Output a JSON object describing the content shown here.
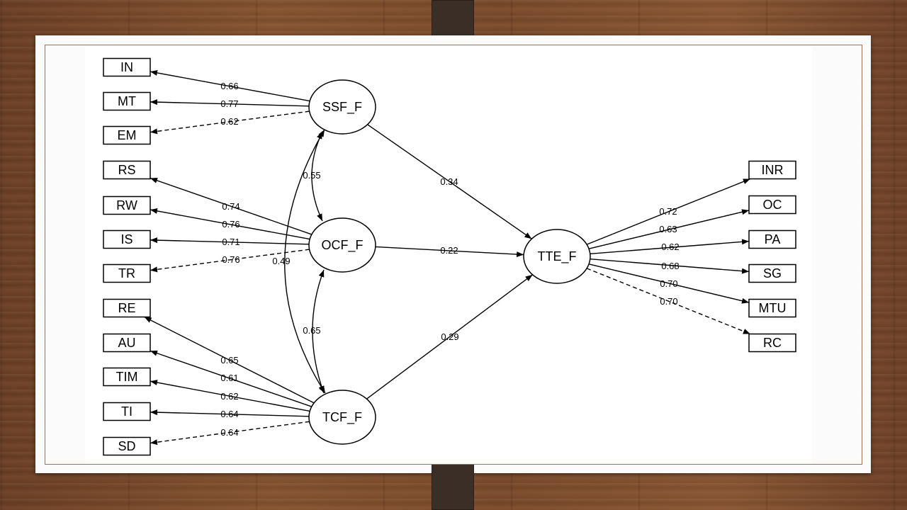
{
  "latent": [
    {
      "id": "SSF",
      "label": "SSF_F"
    },
    {
      "id": "OCF",
      "label": "OCF_F"
    },
    {
      "id": "TCF",
      "label": "TCF_F"
    },
    {
      "id": "TTE",
      "label": "TTE_F"
    }
  ],
  "indicators": [
    {
      "id": "IN",
      "label": "IN"
    },
    {
      "id": "MT",
      "label": "MT"
    },
    {
      "id": "EM",
      "label": "EM"
    },
    {
      "id": "RS",
      "label": "RS"
    },
    {
      "id": "RW",
      "label": "RW"
    },
    {
      "id": "IS",
      "label": "IS"
    },
    {
      "id": "TR",
      "label": "TR"
    },
    {
      "id": "RE",
      "label": "RE"
    },
    {
      "id": "AU",
      "label": "AU"
    },
    {
      "id": "TIM",
      "label": "TIM"
    },
    {
      "id": "TI",
      "label": "TI"
    },
    {
      "id": "SD",
      "label": "SD"
    },
    {
      "id": "INR",
      "label": "INR"
    },
    {
      "id": "OC",
      "label": "OC"
    },
    {
      "id": "PA",
      "label": "PA"
    },
    {
      "id": "SG",
      "label": "SG"
    },
    {
      "id": "MTU",
      "label": "MTU"
    },
    {
      "id": "RC",
      "label": "RC"
    }
  ],
  "loadings": [
    {
      "from": "SSF",
      "to": "IN",
      "value": "0.66",
      "dashed": false
    },
    {
      "from": "SSF",
      "to": "MT",
      "value": "0.77",
      "dashed": false
    },
    {
      "from": "SSF",
      "to": "EM",
      "value": "0.62",
      "dashed": true
    },
    {
      "from": "OCF",
      "to": "RS",
      "value": "0.74",
      "dashed": false
    },
    {
      "from": "OCF",
      "to": "RW",
      "value": "0.76",
      "dashed": false
    },
    {
      "from": "OCF",
      "to": "IS",
      "value": "0.71",
      "dashed": false
    },
    {
      "from": "OCF",
      "to": "TR",
      "value": "0.76",
      "dashed": true
    },
    {
      "from": "TCF",
      "to": "RE",
      "value": "0.65",
      "dashed": false
    },
    {
      "from": "TCF",
      "to": "AU",
      "value": "0.61",
      "dashed": false
    },
    {
      "from": "TCF",
      "to": "TIM",
      "value": "0.62",
      "dashed": false
    },
    {
      "from": "TCF",
      "to": "TI",
      "value": "0.64",
      "dashed": false
    },
    {
      "from": "TCF",
      "to": "SD",
      "value": "0.64",
      "dashed": true
    },
    {
      "from": "TTE",
      "to": "INR",
      "value": "0.72",
      "dashed": false
    },
    {
      "from": "TTE",
      "to": "OC",
      "value": "0.63",
      "dashed": false
    },
    {
      "from": "TTE",
      "to": "PA",
      "value": "0.62",
      "dashed": false
    },
    {
      "from": "TTE",
      "to": "SG",
      "value": "0.68",
      "dashed": false
    },
    {
      "from": "TTE",
      "to": "MTU",
      "value": "0.70",
      "dashed": false
    },
    {
      "from": "TTE",
      "to": "RC",
      "value": "0.70",
      "dashed": true
    }
  ],
  "paths": [
    {
      "from": "SSF",
      "to": "TTE",
      "value": "0.34"
    },
    {
      "from": "OCF",
      "to": "TTE",
      "value": "0.22"
    },
    {
      "from": "TCF",
      "to": "TTE",
      "value": "0.29"
    }
  ],
  "covariances": [
    {
      "a": "SSF",
      "b": "OCF",
      "value": "0.55"
    },
    {
      "a": "OCF",
      "b": "TCF",
      "value": "0.65"
    },
    {
      "a": "SSF",
      "b": "TCF",
      "value": "0.49"
    }
  ],
  "colors": {
    "line": "#000000",
    "card": "#fbfbfb",
    "frame": "#a0714f",
    "strap": "#3b2e26"
  }
}
